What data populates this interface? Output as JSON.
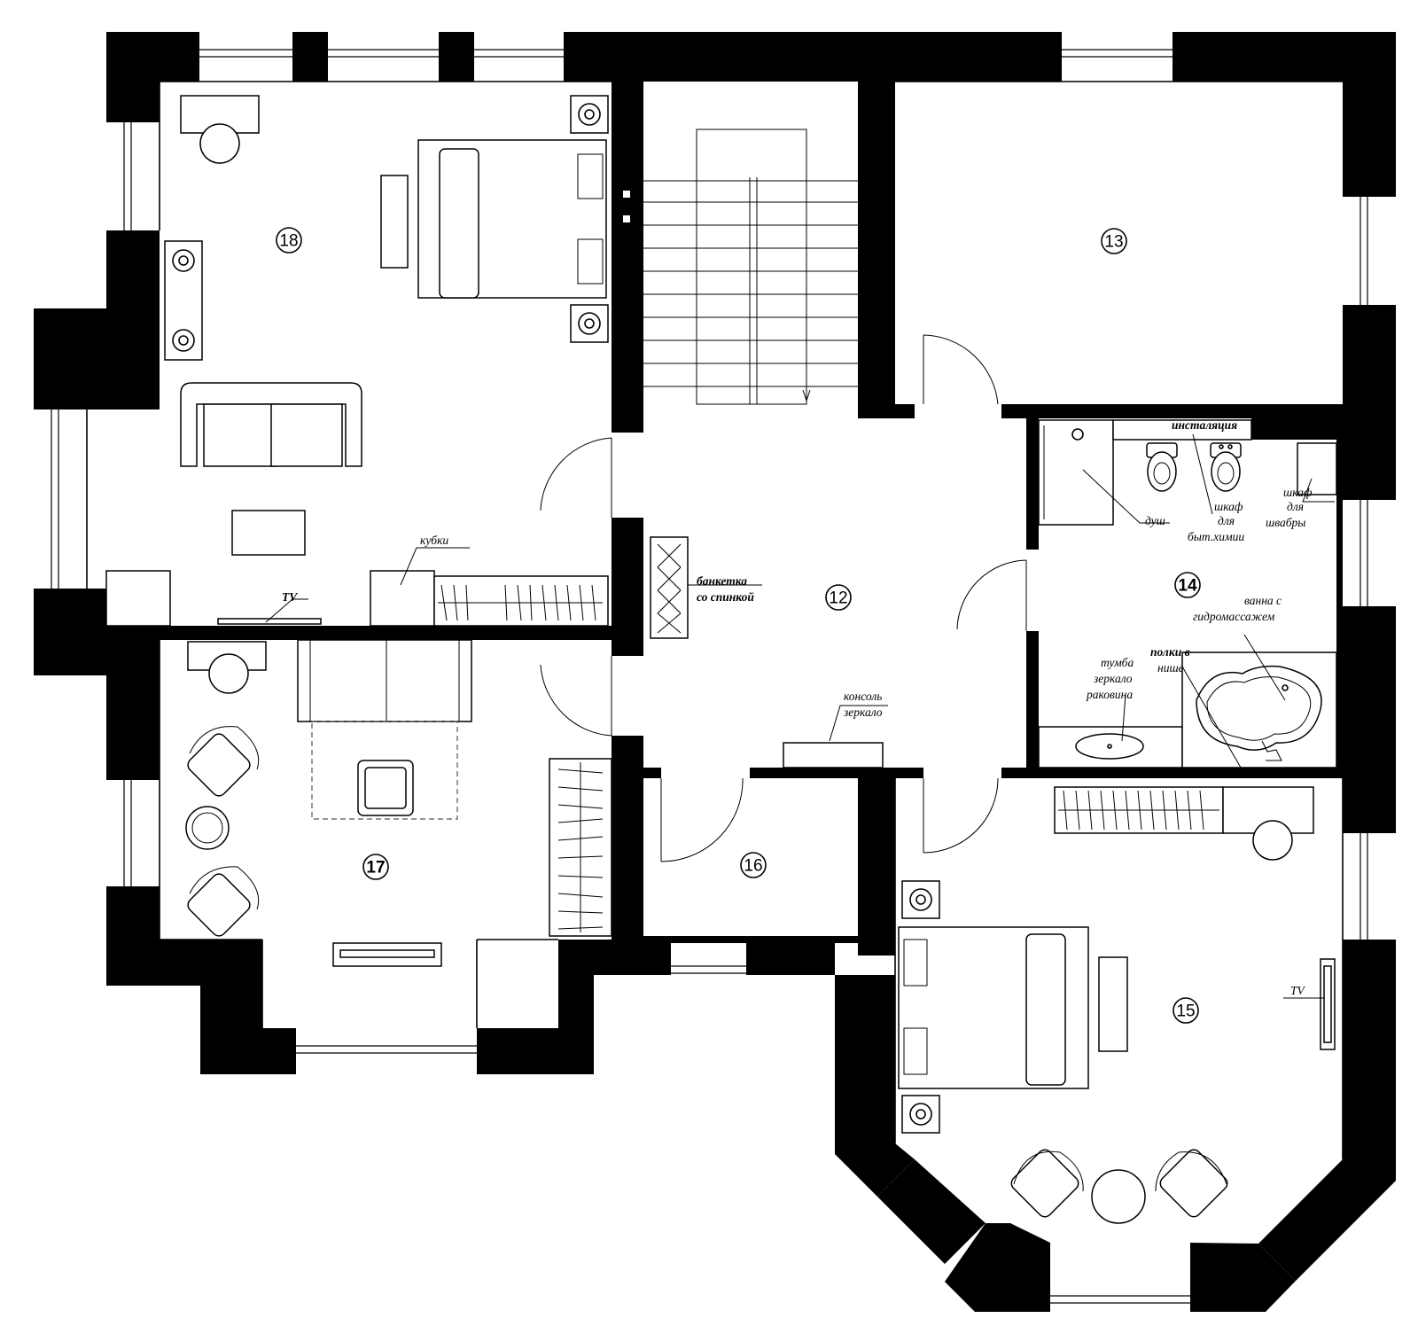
{
  "rooms": {
    "r12": "12",
    "r13": "13",
    "r14": "14",
    "r15": "15",
    "r16": "16",
    "r17": "17",
    "r18": "18"
  },
  "labels": {
    "kubki": "кубки",
    "tv_18": "TV",
    "banketka_1": "банкетка",
    "banketka_2": "со спинкой",
    "konsol_1": "консоль",
    "konsol_2": "зеркало",
    "instalyaciya": "инсталяция",
    "dush": "душ",
    "shkaf_him_1": "шкаф",
    "shkaf_him_2": "для",
    "shkaf_him_3": "быт.химии",
    "shkaf_shv_1": "шкаф",
    "shkaf_shv_2": "для",
    "shkaf_shv_3": "швабры",
    "vanna_1": "ванна с",
    "vanna_2": "гидромассажем",
    "polki_1": "полки в",
    "polki_2": "нише",
    "tumba_1": "тумба",
    "tumba_2": "зеркало",
    "tumba_3": "раковина",
    "tv_15": "TV"
  },
  "colors": {
    "lines": "#000000",
    "background": "#ffffff"
  }
}
